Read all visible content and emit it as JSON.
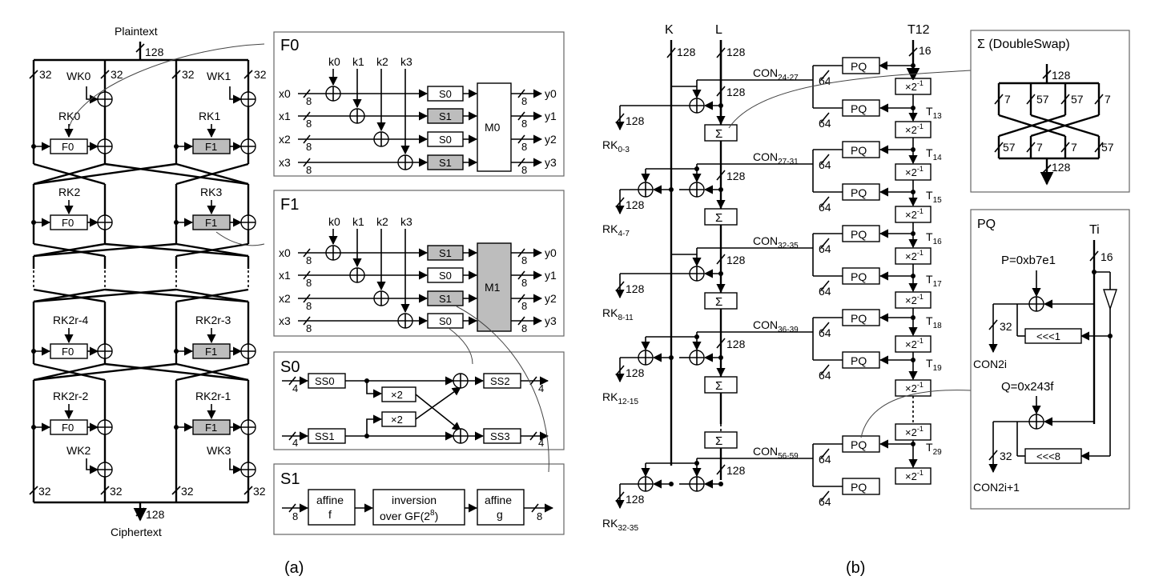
{
  "panel_a": {
    "label": "(a)",
    "plaintext": "Plaintext",
    "ciphertext": "Ciphertext",
    "w128": "128",
    "w32": "32",
    "f0": "F0",
    "f1": "F1",
    "wk0": "WK0",
    "wk1": "WK1",
    "wk2": "WK2",
    "wk3": "WK3",
    "rk0": "RK0",
    "rk1": "RK1",
    "rk2": "RK2",
    "rk3": "RK3",
    "rk2r4": "RK2r-4",
    "rk2r3": "RK2r-3",
    "rk2r2": "RK2r-2",
    "rk2r1": "RK2r-1",
    "f0_title": "F0",
    "f1_title": "F1",
    "k": [
      "k0",
      "k1",
      "k2",
      "k3"
    ],
    "x": [
      "x0",
      "x1",
      "x2",
      "x3"
    ],
    "y": [
      "y0",
      "y1",
      "y2",
      "y3"
    ],
    "w8": "8",
    "w4": "4",
    "s0": "S0",
    "s1": "S1",
    "m0": "M0",
    "m1": "M1",
    "s0_title": "S0",
    "ss0": "SS0",
    "ss1": "SS1",
    "ss2": "SS2",
    "ss3": "SS3",
    "x2": "×2",
    "s1_title": "S1",
    "affine_f": [
      "affine",
      "f"
    ],
    "inversion": [
      "inversion",
      "over GF(2",
      "8",
      ")"
    ],
    "affine_g": [
      "affine",
      "g"
    ]
  },
  "panel_b": {
    "label": "(b)",
    "k": "K",
    "l": "L",
    "t12": "T12",
    "w128": "128",
    "w64": "64",
    "w16": "16",
    "pq": "PQ",
    "mul": "×2",
    "inv": "-1",
    "sigma": "Σ",
    "con": [
      "CON24-27",
      "CON27-31",
      "CON32-35",
      "CON36-39",
      "CON56-59"
    ],
    "t": [
      "T13",
      "T14",
      "T15",
      "T16",
      "T17",
      "T18",
      "T19",
      "T29"
    ],
    "rk": [
      "RK0-3",
      "RK4-7",
      "RK8-11",
      "RK12-15",
      "RK32-35"
    ],
    "ds_title": "Σ (DoubleSwap)",
    "ds_top": [
      "7",
      "57",
      "57",
      "7"
    ],
    "ds_bot": [
      "57",
      "7",
      "7",
      "57"
    ],
    "pq_title": "PQ",
    "ti": "Ti",
    "p_const": "P=0xb7e1",
    "q_const": "Q=0x243f",
    "rot1": "<<<1",
    "rot8": "<<<8",
    "w32": "32",
    "con2i": "CON2i",
    "con2i1": "CON2i+1"
  }
}
